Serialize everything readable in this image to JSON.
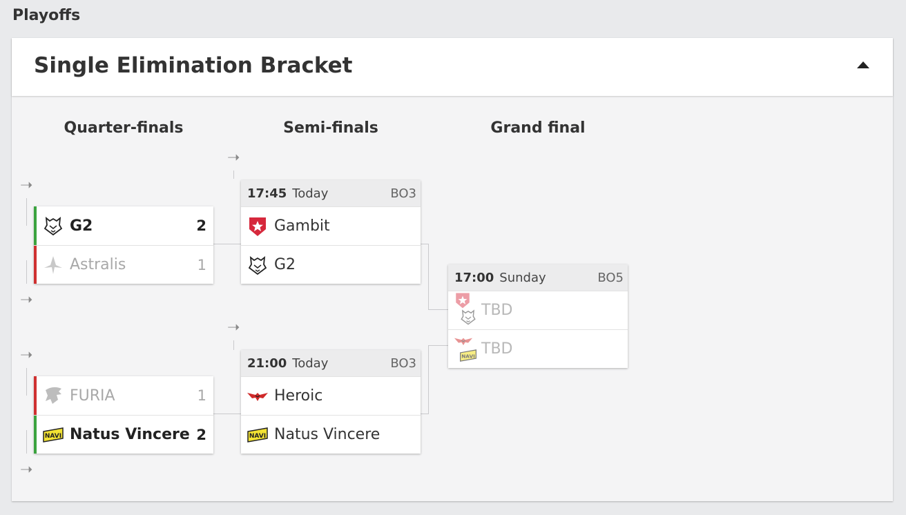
{
  "section_title": "Playoffs",
  "card": {
    "title": "Single Elimination Bracket"
  },
  "rounds": [
    "Quarter-finals",
    "Semi-finals",
    "Grand final"
  ],
  "quarterfinals": [
    {
      "teams": [
        {
          "name": "G2",
          "score": "2",
          "logo": "g2-logo"
        },
        {
          "name": "Astralis",
          "score": "1",
          "logo": "astralis-logo"
        }
      ]
    },
    {
      "teams": [
        {
          "name": "FURIA",
          "score": "1",
          "logo": "furia-logo"
        },
        {
          "name": "Natus Vincere",
          "score": "2",
          "logo": "navi-logo"
        }
      ]
    }
  ],
  "semifinals": [
    {
      "time": "17:45",
      "day": "Today",
      "format": "BO3",
      "teams": [
        {
          "name": "Gambit",
          "logo": "gambit-logo"
        },
        {
          "name": "G2",
          "logo": "g2-logo"
        }
      ]
    },
    {
      "time": "21:00",
      "day": "Today",
      "format": "BO3",
      "teams": [
        {
          "name": "Heroic",
          "logo": "heroic-logo"
        },
        {
          "name": "Natus Vincere",
          "logo": "navi-logo"
        }
      ]
    }
  ],
  "grandfinal": {
    "time": "17:00",
    "day": "Sunday",
    "format": "BO5",
    "teams": [
      {
        "name": "TBD",
        "logos": [
          "gambit-logo",
          "g2-logo"
        ]
      },
      {
        "name": "TBD",
        "logos": [
          "heroic-logo",
          "navi-logo"
        ]
      }
    ]
  },
  "colors": {
    "win": "#3ba33f",
    "lose": "#cf3131",
    "gambit": "#d6283c",
    "navi": "#f2e233"
  }
}
